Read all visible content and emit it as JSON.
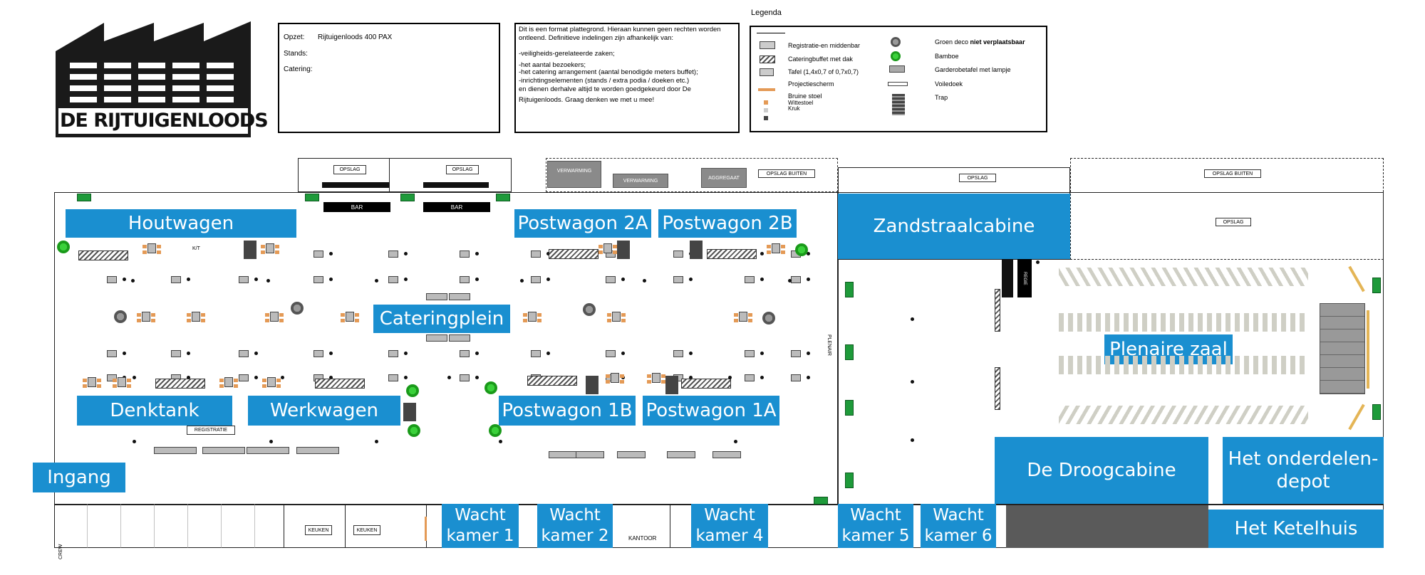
{
  "logo": {
    "text": "DE RIJTUIGENLOODS"
  },
  "info_box": {
    "opzet_label": "Opzet:",
    "opzet_value": "Rijtuigenloods 400 PAX",
    "stands_label": "Stands:",
    "catering_label": "Catering:"
  },
  "disclaimer": {
    "line1": "Dit is een format plattegrond. Hieraan kunnen geen rechten worden",
    "line2": "ontleend. Definitieve indelingen zijn afhankelijk van:",
    "line3": "-veiligheids-gerelateerde zaken;",
    "line4": "-het aantal bezoekers;",
    "line5": "-het catering arrangement (aantal benodigde meters buffet);",
    "line6": "-inrichtingselementen (stands / extra podia / doeken etc.)",
    "line7": "en dienen derhalve altijd te worden goedgekeurd door De",
    "line8": "Rijtuigenloods. Graag denken we met u mee!"
  },
  "legend": {
    "title": "Legenda",
    "items": {
      "registratie": "Registratie-en  middenbar",
      "cateringbuffet": "Cateringbuffet met dak",
      "tafel": "Tafel (1,4x0,7 of 0,7x0,7)",
      "projectiescherm": "Projectiescherm",
      "bruine_stoel": "Bruine stoel",
      "witte_stoel": "Wittestoel",
      "kruk": "Kruk",
      "groen_deco_prefix": "Groen deco ",
      "groen_deco_bold": "niet verplaatsbaar",
      "bamboe": "Bamboe",
      "garderobe": "Garderobetafel met lampje",
      "voiledoek": "Voiledoek",
      "trap": "Trap"
    }
  },
  "zones": {
    "houtwagen": "Houtwagen",
    "postwagon_2a": "Postwagon 2A",
    "postwagon_2b": "Postwagon 2B",
    "zandstraalcabine": "Zandstraalcabine",
    "cateringplein": "Cateringplein",
    "denktank": "Denktank",
    "werkwagen": "Werkwagen",
    "postwagon_1b": "Postwagon 1B",
    "postwagon_1a": "Postwagon 1A",
    "plenaire_zaal": "Plenaire zaal",
    "ingang": "Ingang",
    "droogcabine": "De Droogcabine",
    "onderdelendepot_line1": "Het onderdelen-",
    "onderdelendepot_line2": "depot",
    "ketelhuis": "Het Ketelhuis",
    "wacht1_line1": "Wacht",
    "wacht1_line2": "kamer 1",
    "wacht2_line1": "Wacht",
    "wacht2_line2": "kamer 2",
    "wacht4_line1": "Wacht",
    "wacht4_line2": "kamer 4",
    "wacht5_line1": "Wacht",
    "wacht5_line2": "kamer 5",
    "wacht6_line1": "Wacht",
    "wacht6_line2": "kamer 6"
  },
  "small_labels": {
    "opslag": "OPSLAG",
    "opslag_buiten": "OPSLAG BUITEN",
    "verwarming": "VERWARMING",
    "aggregaat": "AGGREGAAT",
    "bar": "BAR",
    "registratie": "REGISTRATIE",
    "keuken": "KEUKEN",
    "kantoor": "KANTOOR",
    "crew": "CREW",
    "regie": "REGIE",
    "plenair": "PLENAIR",
    "kt": "K/T"
  },
  "colors": {
    "zone_blue": "#1a8fd0",
    "exit_green": "#1e9a3a",
    "plant_green": "#2fbf2f"
  }
}
